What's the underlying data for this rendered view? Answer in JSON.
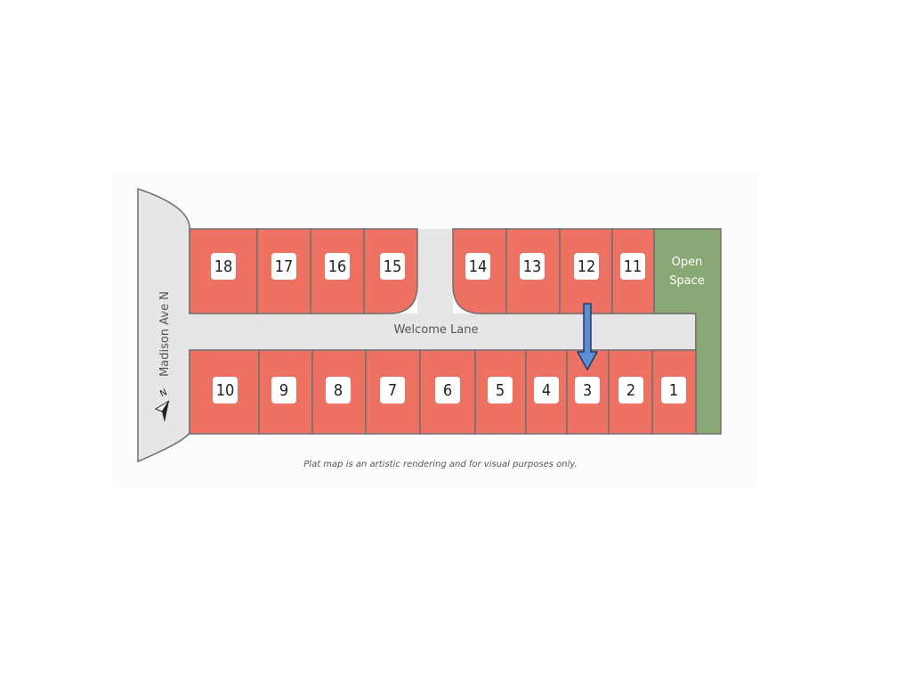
{
  "map": {
    "colors": {
      "lot": "#ee7263",
      "lot_border": "#6f6f6f",
      "road": "#e6e6e6",
      "open_space": "#8aa876",
      "badge": "#ffffff",
      "arrow": "#5b8ed0",
      "arrow_outline": "#1f3d66"
    },
    "streets": {
      "main_avenue": "Madison Ave N",
      "cross_street": "Welcome Lane"
    },
    "open_space": {
      "line1": "Open",
      "line2": "Space"
    },
    "north_indicator": "N",
    "highlighted_lot": "3",
    "lots_top_row": [
      "18",
      "17",
      "16",
      "15",
      "14",
      "13",
      "12",
      "11"
    ],
    "lots_bottom_row": [
      "10",
      "9",
      "8",
      "7",
      "6",
      "5",
      "4",
      "3",
      "2",
      "1"
    ],
    "disclaimer": "Plat map is an artistic rendering and for visual purposes only."
  }
}
